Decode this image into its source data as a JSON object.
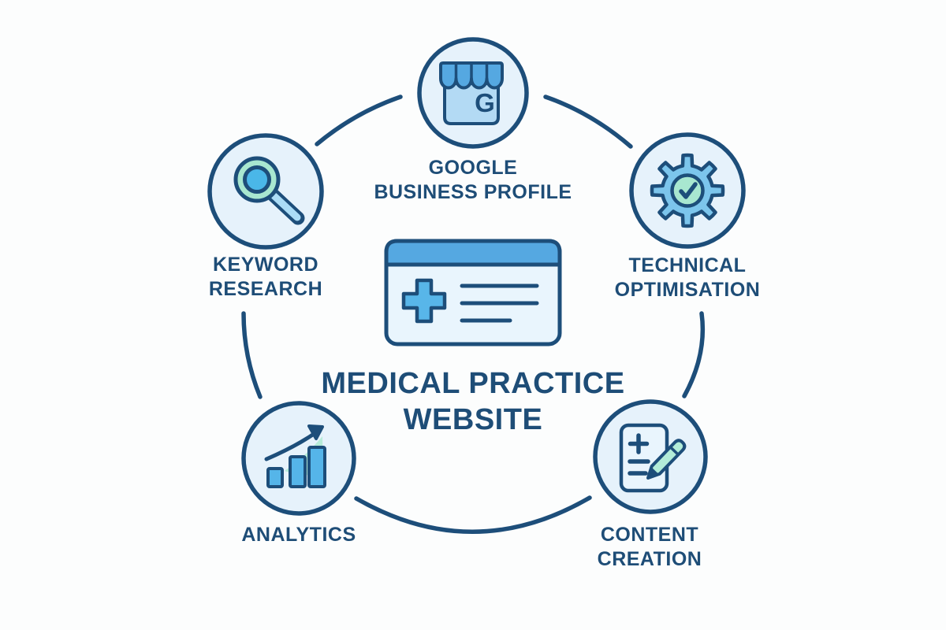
{
  "diagram": {
    "title_line1": "MEDICAL PRACTICE",
    "title_line2": "WEBSITE"
  },
  "nodes": [
    {
      "id": "google-business-profile",
      "label_line1": "GOOGLE",
      "label_line2": "BUSINESS PROFILE",
      "icon": "storefront-google-icon",
      "monogram": "G"
    },
    {
      "id": "keyword-research",
      "label_line1": "KEYWORD",
      "label_line2": "RESEARCH",
      "icon": "magnifier-icon"
    },
    {
      "id": "technical-optimisation",
      "label_line1": "TECHNICAL",
      "label_line2": "OPTIMISATION",
      "icon": "gear-check-icon"
    },
    {
      "id": "analytics",
      "label_line1": "ANALYTICS",
      "label_line2": "",
      "icon": "bar-chart-growth-icon"
    },
    {
      "id": "content-creation",
      "label_line1": "CONTENT",
      "label_line2": "CREATION",
      "icon": "document-pencil-icon"
    }
  ],
  "colors": {
    "outline_navy": "#1d4e7a",
    "text_navy": "#1e4d77",
    "node_fill": "#e6f2fb",
    "medium_blue": "#55a8e1",
    "bright_blue": "#55b5e9",
    "light_blue": "#b3daf4",
    "mint_green": "#a8e7d0",
    "mint_light": "#b7ecd9",
    "gear_blue": "#7cc5ec",
    "background": "#fcfdfd"
  }
}
